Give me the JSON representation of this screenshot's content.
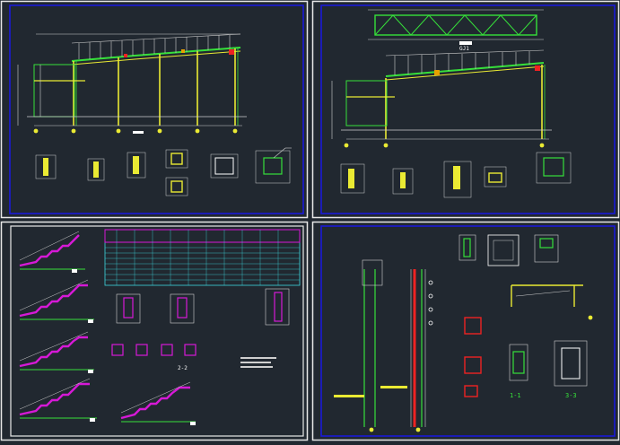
{
  "colors": {
    "background": "#212830",
    "panel_border_blue": "#1a1ad8",
    "panel_border_white": "#e8e8e8",
    "frame_gray": "#cfcfcf",
    "green": "#36e03a",
    "yellow": "#eaea33",
    "white": "#ffffff",
    "magenta": "#d619d6",
    "red": "#ee2222",
    "cyan": "#3fd8e0",
    "orange": "#e6a000"
  },
  "labels": {
    "section_1_1": "1-1",
    "section_2_2": "2-2",
    "section_3_3": "3-3",
    "truss_a": "GJ1"
  }
}
